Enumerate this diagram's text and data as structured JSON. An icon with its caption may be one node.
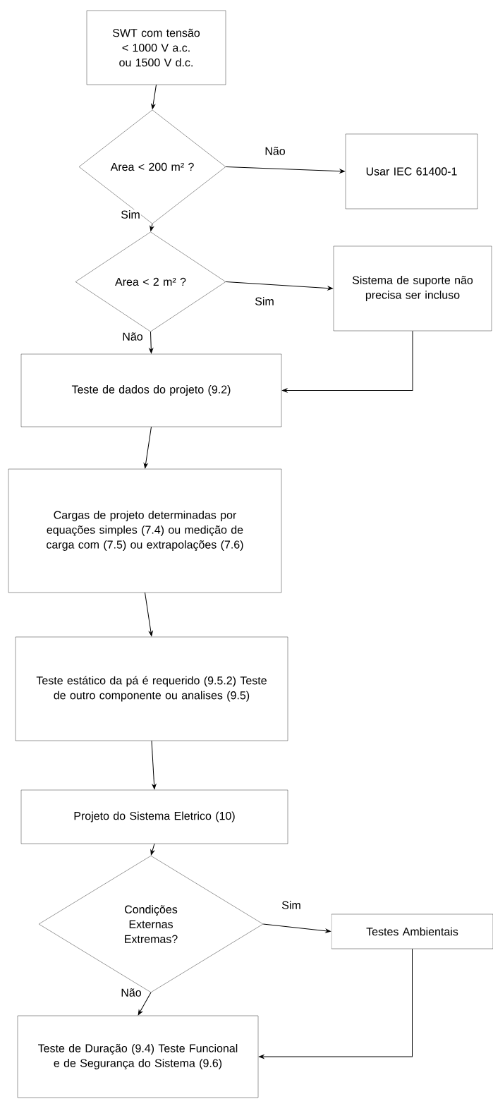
{
  "diagram": {
    "nodes": [
      {
        "text": [
          "SWT com tensão < 1000 V a.c. ou 1500 V d.c."
        ]
      },
      {
        "text": [
          "Area < 200 m² ?"
        ]
      },
      {
        "text": [
          "Usar IEC 61400-1"
        ]
      },
      {
        "text": [
          "Area < 2 m² ?"
        ]
      },
      {
        "text": [
          "Sistema de suporte não precisa ser incluso"
        ]
      },
      {
        "text": [
          "Teste de dados do projeto (9.2)"
        ]
      },
      {
        "text": [
          "Cargas de projeto determinadas por equações simples (7.4) ou medição de carga com (7.5) ou extrapolações (7.6)"
        ]
      },
      {
        "text": [
          "Teste estático da pá é requerido (9.5.2) Teste de outro componente ou analises (9.5)"
        ]
      },
      {
        "text": [
          "Projeto do Sistema Eletrico (10)"
        ]
      },
      {
        "text": [
          "Condições Externas Extremas?"
        ]
      },
      {
        "text": [
          "Testes Ambientais"
        ]
      },
      {
        "text": [
          "Teste de Duração (9.4) Teste Funcional e de Segurança do Sistema (9.6)"
        ]
      }
    ],
    "edges": [
      {
        "from": 0,
        "to": 1,
        "arrow": "to"
      },
      {
        "from": 1,
        "to": 2,
        "arrow": "to",
        "label": "Não"
      },
      {
        "from": 1,
        "to": 3,
        "arrow": "to",
        "label": "Sim"
      },
      {
        "from": 3,
        "to": 4,
        "arrow": "to",
        "label": "Sim"
      },
      {
        "from": 3,
        "to": 5,
        "arrow": "to",
        "label": "Não"
      },
      {
        "from": 4,
        "to": 5,
        "arrow": "to"
      },
      {
        "from": 5,
        "to": 6,
        "arrow": "to"
      },
      {
        "from": 6,
        "to": 7,
        "arrow": "to"
      },
      {
        "from": 7,
        "to": 8,
        "arrow": "to"
      },
      {
        "from": 8,
        "to": 9,
        "arrow": "to"
      },
      {
        "from": 9,
        "to": 10,
        "arrow": "to",
        "label": "Sim"
      },
      {
        "from": 9,
        "to": 11,
        "arrow": "to",
        "label": "Não"
      },
      {
        "from": 10,
        "to": 11,
        "arrow": "to"
      }
    ]
  }
}
